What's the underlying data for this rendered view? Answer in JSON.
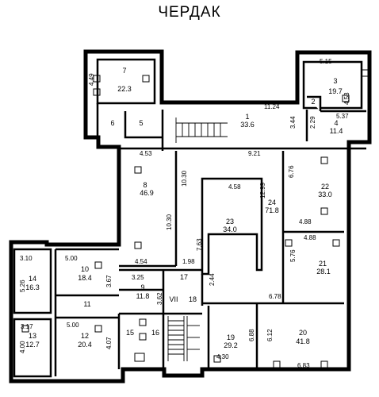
{
  "title": "ЧЕРДАК",
  "rooms": [
    {
      "key": "r1",
      "number": "1",
      "area": "33.6"
    },
    {
      "key": "r2",
      "number": "2",
      "area": ""
    },
    {
      "key": "r3",
      "number": "3",
      "area": "19.7"
    },
    {
      "key": "r4",
      "number": "4",
      "area": "11.4"
    },
    {
      "key": "r5",
      "number": "5",
      "area": ""
    },
    {
      "key": "r6",
      "number": "6",
      "area": ""
    },
    {
      "key": "r7",
      "number": "7",
      "area": "22.3"
    },
    {
      "key": "r8",
      "number": "8",
      "area": "46.9"
    },
    {
      "key": "r9",
      "number": "9",
      "area": "11.8"
    },
    {
      "key": "r10",
      "number": "10",
      "area": "18.4"
    },
    {
      "key": "r11",
      "number": "11",
      "area": ""
    },
    {
      "key": "r12",
      "number": "12",
      "area": "20.4"
    },
    {
      "key": "r13",
      "number": "13",
      "area": "12.7"
    },
    {
      "key": "r14",
      "number": "14",
      "area": "16.3"
    },
    {
      "key": "r15",
      "number": "15",
      "area": ""
    },
    {
      "key": "r16",
      "number": "16",
      "area": ""
    },
    {
      "key": "r17",
      "number": "17",
      "area": ""
    },
    {
      "key": "r18",
      "number": "18",
      "area": ""
    },
    {
      "key": "r19",
      "number": "19",
      "area": "29.2"
    },
    {
      "key": "r20",
      "number": "20",
      "area": "41.8"
    },
    {
      "key": "r21",
      "number": "21",
      "area": "28.1"
    },
    {
      "key": "r22",
      "number": "22",
      "area": "33.0"
    },
    {
      "key": "r23",
      "number": "23",
      "area": "34.0"
    },
    {
      "key": "r24",
      "number": "24",
      "area": "71.8"
    },
    {
      "key": "rVII",
      "number": "VII",
      "area": ""
    }
  ],
  "dimensions": [
    "5.15",
    "4.49",
    "5.37",
    "4.53",
    "11.24",
    "2.29",
    "3.44",
    "4.53",
    "9.21",
    "6.76",
    "10.30",
    "4.58",
    "12.99",
    "10.30",
    "4.88",
    "7.63",
    "4.88",
    "5.76",
    "4.54",
    "1.98",
    "3.10",
    "5.00",
    "3.67",
    "5.26",
    "3.25",
    "2.44",
    "6.78",
    "3.62",
    "3.17",
    "5.00",
    "4.00",
    "4.07",
    "6.12",
    "6.88",
    "4.30",
    "6.83"
  ]
}
